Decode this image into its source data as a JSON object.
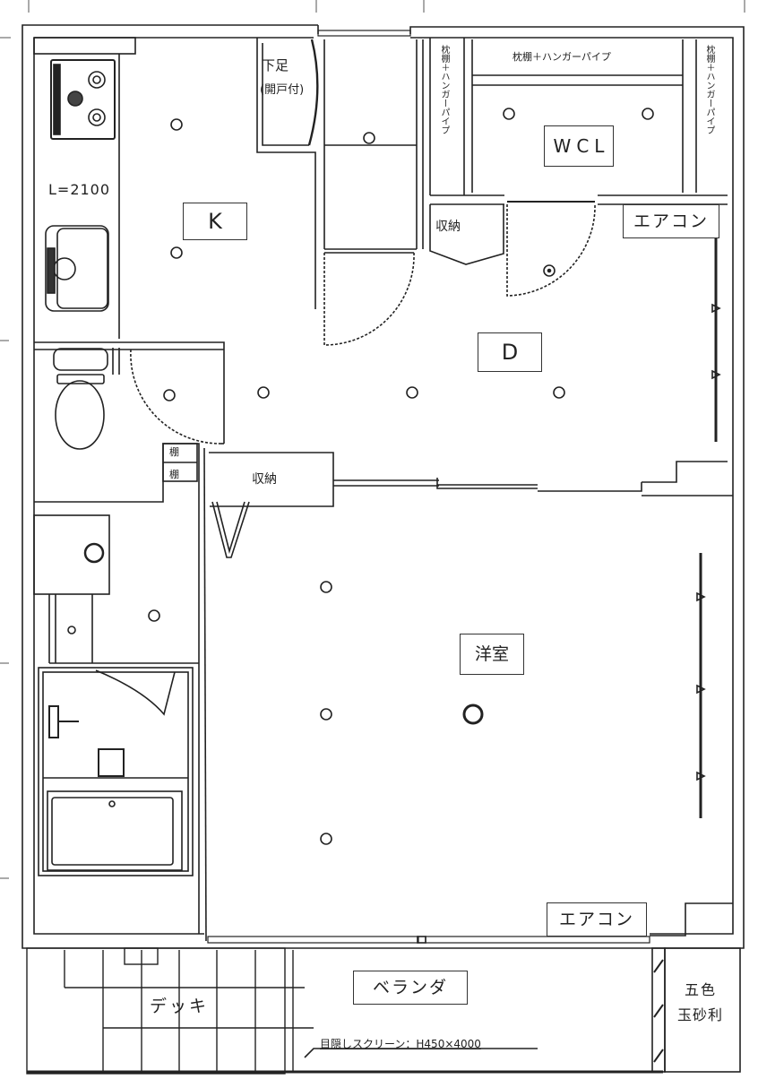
{
  "floor_plan": {
    "type": "apartment floor plan",
    "rooms": {
      "kitchen": "K",
      "dining": "D",
      "walk_in_closet": "WCL",
      "western_room": "洋室",
      "veranda": "ベランダ",
      "deck": "デッキ"
    },
    "labels": {
      "kitchen_length": "L=2100",
      "shoe_cabinet_line1": "下足",
      "shoe_cabinet_line2": "(開戸付)",
      "storage_wcl": "収納",
      "storage_western": "収納",
      "air_conditioner_dining": "エアコン",
      "air_conditioner_western": "エアコン",
      "shelf_top": "枕棚＋ハンガーパイプ",
      "shelf_left": "枕棚＋ハンガーパイプ",
      "shelf_right": "枕棚＋ハンガーパイプ",
      "shelf_small_1": "棚",
      "shelf_small_2": "棚",
      "gravel_line1": "五色",
      "gravel_line2": "玉砂利",
      "privacy_screen": "目隠しスクリーン：H450×4000"
    },
    "fixtures": [
      "gas-stove",
      "kitchen-sink",
      "toilet",
      "washing-machine-pan",
      "washbasin",
      "bathtub",
      "shower-faucet"
    ],
    "colors": {
      "line": "#222222",
      "background": "#ffffff"
    }
  }
}
